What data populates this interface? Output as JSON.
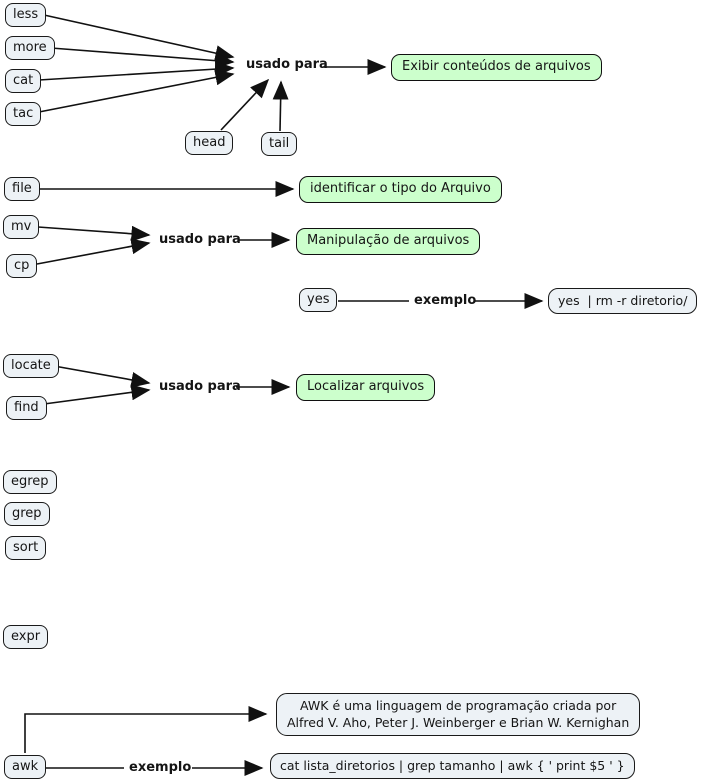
{
  "concept_map": {
    "colors": {
      "background": "#ffffff",
      "node_fill": "#edf2f6",
      "node_border": "#1a1a1a",
      "concept_fill": "#ccffcc",
      "concept_border": "#101010",
      "line_color": "#111111",
      "text_color": "#151515"
    },
    "command_nodes": {
      "less": "less",
      "more": "more",
      "cat": "cat",
      "tac": "tac",
      "head": "head",
      "tail": "tail",
      "file": "file",
      "mv": "mv",
      "cp": "cp",
      "yes": "yes",
      "locate": "locate",
      "find": "find",
      "egrep": "egrep",
      "grep": "grep",
      "sort": "sort",
      "expr": "expr",
      "awk": "awk"
    },
    "link_labels": {
      "usado_para_display": "usado para",
      "usado_para_manip": "usado para",
      "usado_para_localizar": "usado para",
      "exemplo_yes": "exemplo",
      "exemplo_awk": "exemplo"
    },
    "concepts": {
      "exibir": "Exibir conteúdos de arquivos",
      "identificar": "identificar o tipo do Arquivo",
      "manipulacao": "Manipulação de arquivos",
      "localizar": "Localizar arquivos"
    },
    "examples": {
      "yes_example": "yes  | rm -r diretorio/",
      "awk_example": "cat lista_diretorios | grep tamanho | awk { ' print $5 ' }"
    },
    "awk_description": {
      "line1": "AWK é uma linguagem de programação criada por",
      "line2": "Alfred V. Aho, Peter J. Weinberger e Brian W. Kernighan"
    }
  }
}
